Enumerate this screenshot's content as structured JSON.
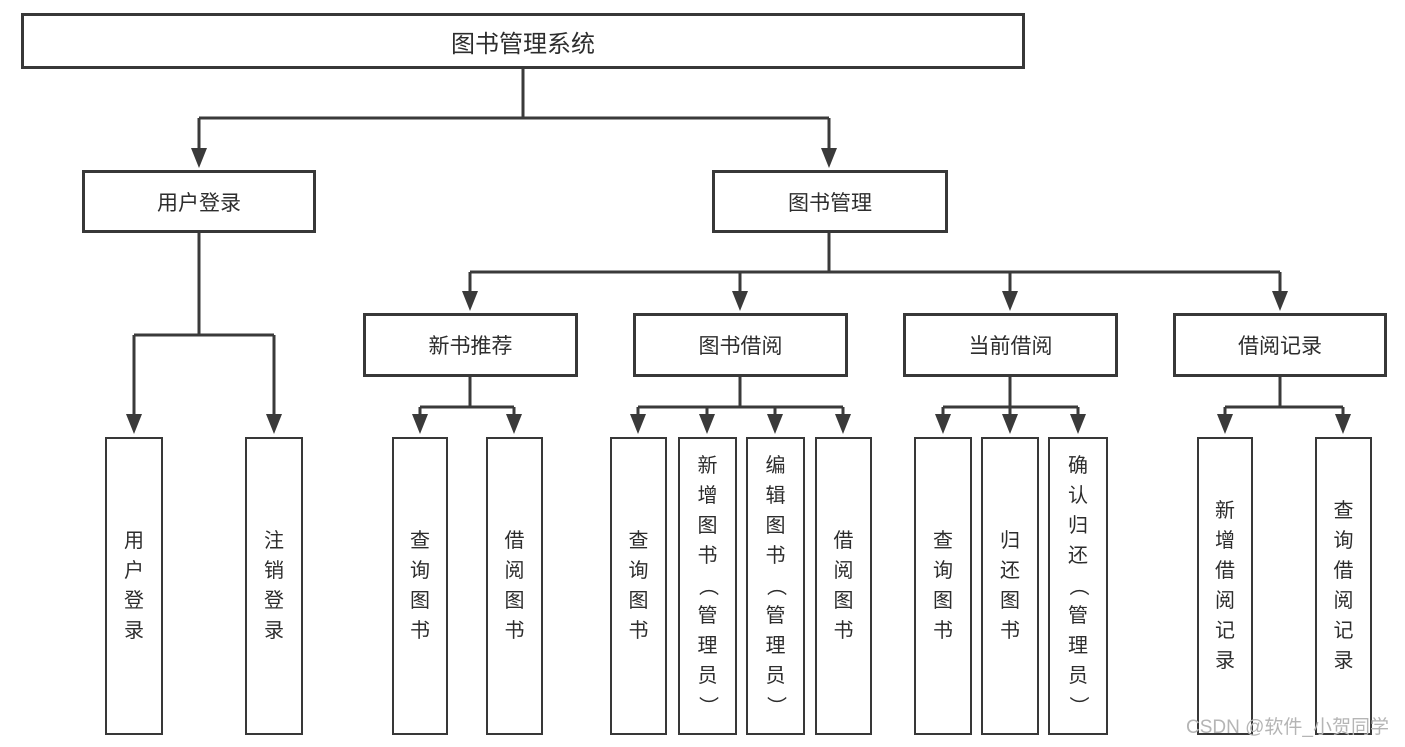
{
  "diagram_title": "图书管理系统",
  "tree": {
    "label": "图书管理系统",
    "children": [
      {
        "label": "用户登录",
        "children": [
          {
            "label": "用户登录"
          },
          {
            "label": "注销登录"
          }
        ]
      },
      {
        "label": "图书管理",
        "children": [
          {
            "label": "新书推荐",
            "children": [
              {
                "label": "查询图书"
              },
              {
                "label": "借阅图书"
              }
            ]
          },
          {
            "label": "图书借阅",
            "children": [
              {
                "label": "查询图书"
              },
              {
                "label": "新增图书（管理员）"
              },
              {
                "label": "编辑图书（管理员）"
              },
              {
                "label": "借阅图书"
              }
            ]
          },
          {
            "label": "当前借阅",
            "children": [
              {
                "label": "查询图书"
              },
              {
                "label": "归还图书"
              },
              {
                "label": "确认归还（管理员）"
              }
            ]
          },
          {
            "label": "借阅记录",
            "children": [
              {
                "label": "新增借阅记录"
              },
              {
                "label": "查询借阅记录"
              }
            ]
          }
        ]
      }
    ]
  },
  "watermark": {
    "text": "CSDN @软件_小贺同学"
  },
  "colors": {
    "line": "#3a3a3a",
    "box_border": "#383838",
    "text": "#2d2d2d",
    "watermark": "#b5b5b5",
    "background": "#ffffff"
  }
}
